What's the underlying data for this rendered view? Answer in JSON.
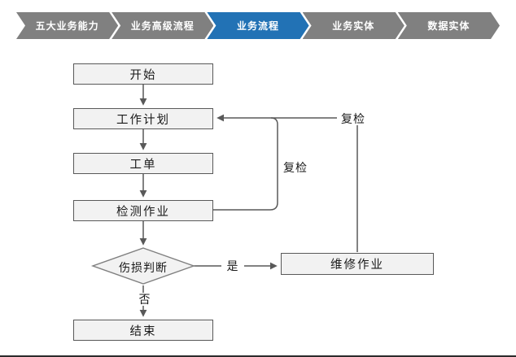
{
  "breadcrumb": {
    "items": [
      {
        "label": "五大业务能力",
        "color": "#808080",
        "active": false
      },
      {
        "label": "业务高级流程",
        "color": "#808080",
        "active": false
      },
      {
        "label": "业务流程",
        "color": "#2272B5",
        "active": true
      },
      {
        "label": "业务实体",
        "color": "#808080",
        "active": false
      },
      {
        "label": "数据实体",
        "color": "#808080",
        "active": false
      }
    ]
  },
  "flowchart": {
    "line_color": "#595959",
    "node_fill": "#F2F2F2",
    "node_border": "#595959",
    "nodes": {
      "start": {
        "label": "开始",
        "type": "rect"
      },
      "work_plan": {
        "label": "工作计划",
        "type": "rect"
      },
      "work_order": {
        "label": "工单",
        "type": "rect"
      },
      "inspection": {
        "label": "检测作业",
        "type": "rect"
      },
      "decision": {
        "label": "伤损判断",
        "type": "diamond"
      },
      "repair": {
        "label": "维修作业",
        "type": "rect"
      },
      "end": {
        "label": "结束",
        "type": "rect"
      }
    },
    "edge_labels": {
      "yes": "是",
      "no": "否",
      "recheck_inner": "复检",
      "recheck_outer": "复检"
    }
  }
}
